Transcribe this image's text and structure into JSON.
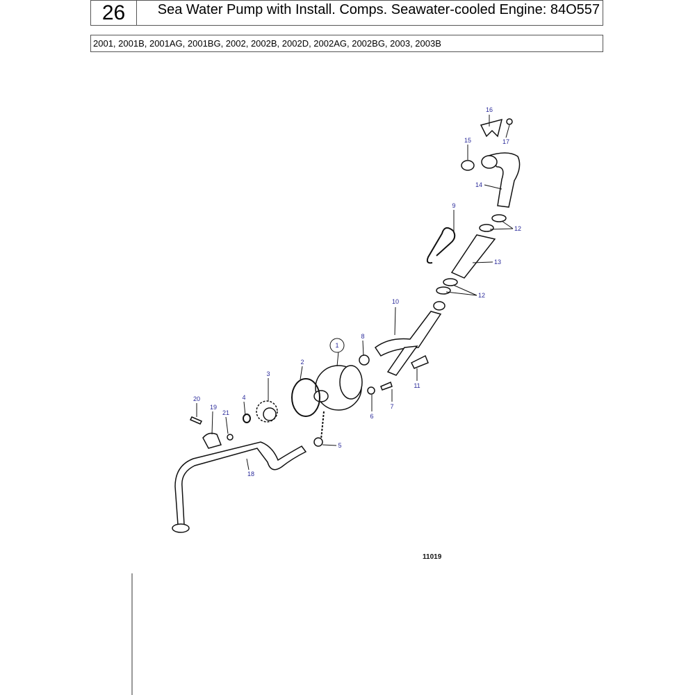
{
  "header": {
    "page_number": "26",
    "title": "Sea Water Pump with Install. Comps. Seawater-cooled Engine: 84O557"
  },
  "models": "2001, 2001B, 2001AG, 2001BG, 2002, 2002B, 2002D, 2002AG, 2002BG, 2003, 2003B",
  "figure_number": "11019",
  "callouts": {
    "c1": "1",
    "c2": "2",
    "c3": "3",
    "c4": "4",
    "c5": "5",
    "c6": "6",
    "c7": "7",
    "c8": "8",
    "c9": "9",
    "c10": "10",
    "c11": "11",
    "c12a": "12",
    "c12b": "12",
    "c13": "13",
    "c14": "14",
    "c15": "15",
    "c16": "16",
    "c17": "17",
    "c18": "18",
    "c19": "19",
    "c20": "20",
    "c21": "21"
  }
}
